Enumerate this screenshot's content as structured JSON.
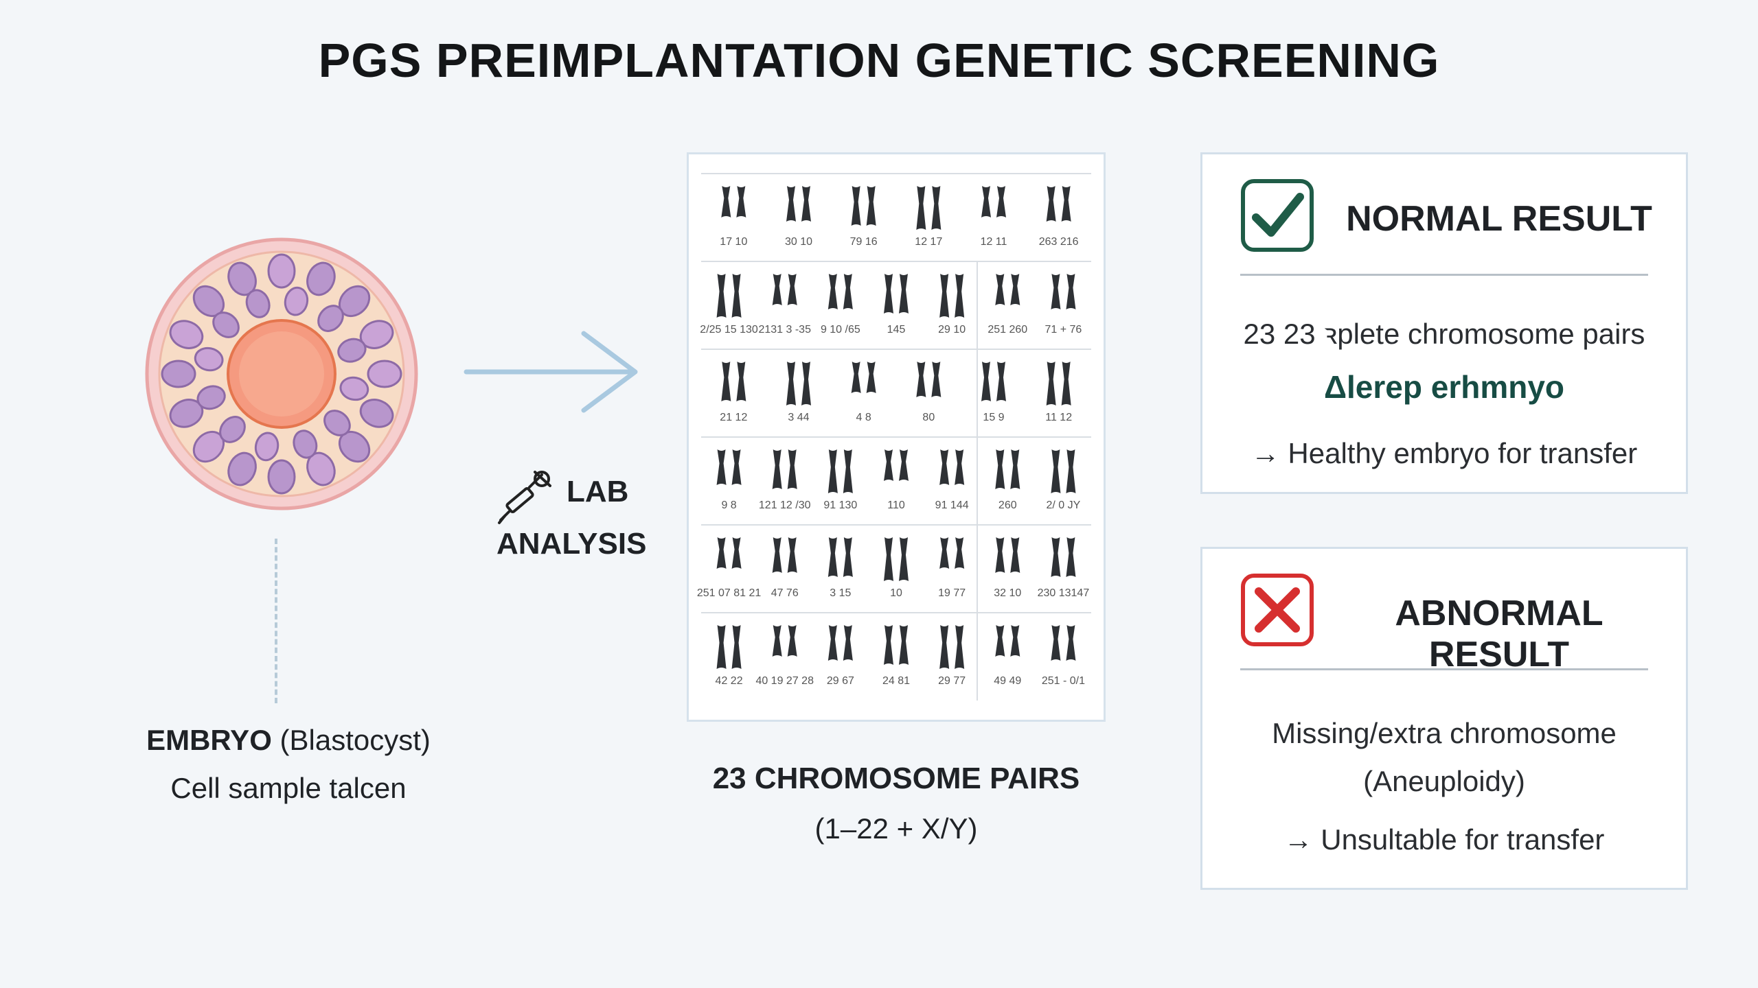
{
  "title": "PGS PREIMPLANTATION GENETIC SCREENING",
  "embryo": {
    "name_bold": "EMBRYO",
    "name_rest": " (Blastocyst)",
    "caption": "Cell sample talcen"
  },
  "lab": {
    "line1": "LAB",
    "line2": "ANALYSIS"
  },
  "karyotype": {
    "caption_title": "23 CHROMOSOME PAIRS",
    "caption_sub": "(1–22 + X/Y)",
    "rows": [
      [
        "17  10",
        "30  10",
        "79  16",
        "12 17",
        "12  11",
        "263 216"
      ],
      [
        "2/25 15 130",
        "2131 3 -35",
        "9 10 /65",
        "145",
        "29  10",
        "251 260",
        "71 + 76"
      ],
      [
        "21  12",
        "3  44",
        "4  8",
        "80",
        "15  9",
        "11  12"
      ],
      [
        "9  8",
        "121  12 /30",
        "91  130",
        "110",
        "91  144",
        "260",
        "2/ 0 JY"
      ],
      [
        "251 07 81 21",
        "47  76",
        "3  15",
        "10",
        "19 77",
        "32 10",
        "230 13147"
      ],
      [
        "42 22",
        "40 19 27 28",
        "29 67",
        "24 81",
        "29 77",
        "49 49",
        "251 - 0/1"
      ]
    ]
  },
  "normal": {
    "heading": "NORMAL RESULT",
    "line1": "23 23 ꝛplete chromosome pairs",
    "line2": "Δlerep erhmnyo",
    "line3": "→ Healthy embryo for transfer",
    "color": "#1f5c47"
  },
  "abnormal": {
    "heading": "ABNORMAL RESULT",
    "line1": "Missing/extra chromosome",
    "line2": "(Aneuploidy)",
    "line3": "→ Unsultable for transfer",
    "color": "#d62f2f"
  }
}
